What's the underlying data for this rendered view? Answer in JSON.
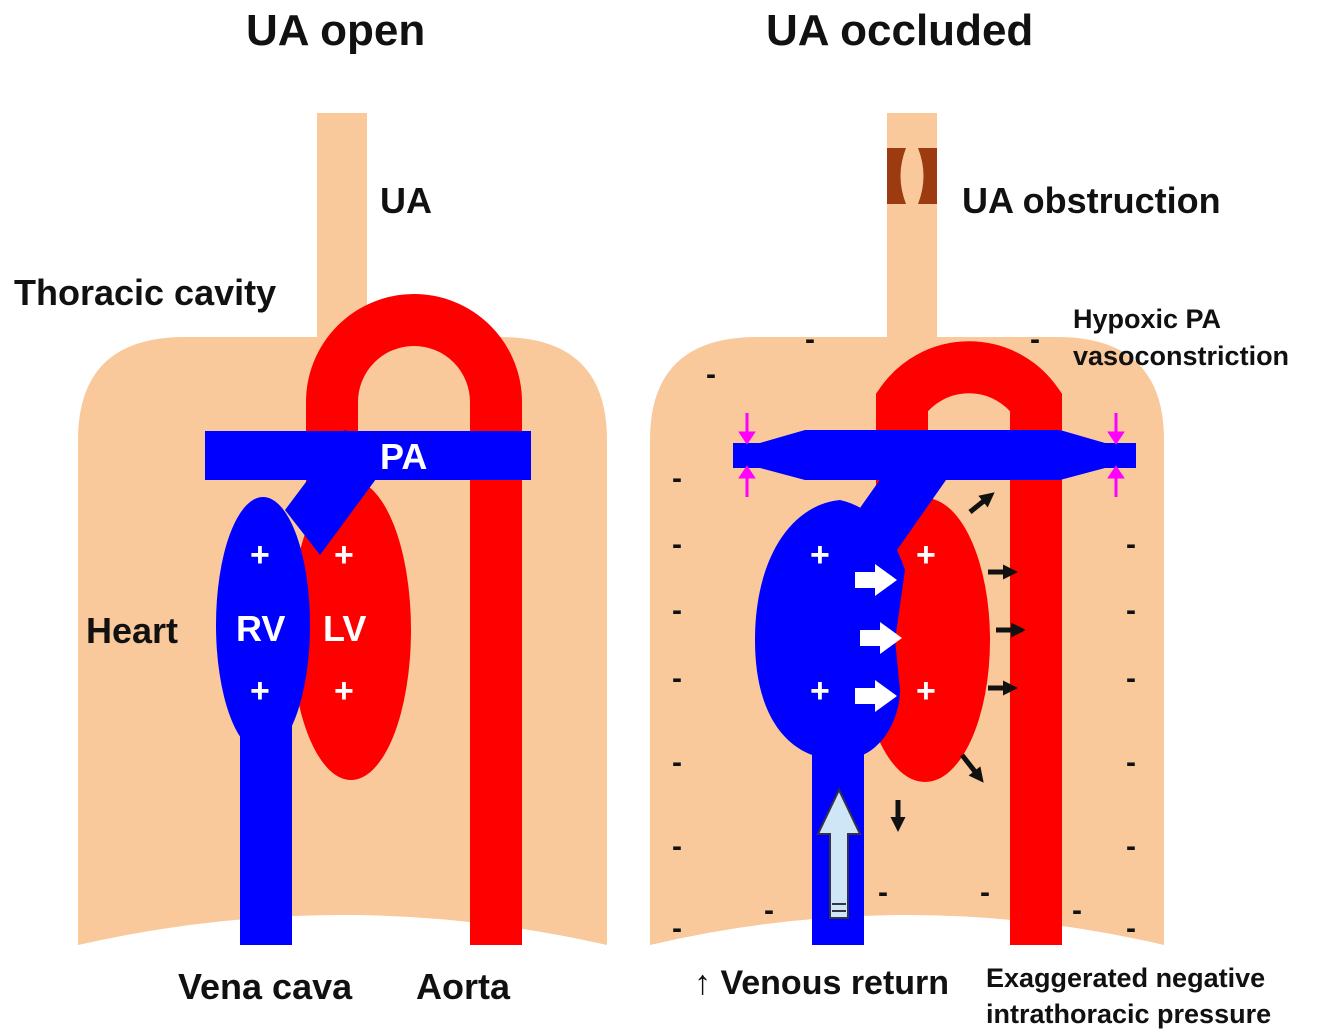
{
  "panels": {
    "left": {
      "title": "UA open",
      "airway_label": "UA",
      "cavity_label": "Thoracic cavity",
      "pa_label": "PA",
      "heart_label": "Heart",
      "rv_label": "RV",
      "lv_label": "LV",
      "plus_sign": "+",
      "vena_cava_label": "Vena cava",
      "aorta_label": "Aorta"
    },
    "right": {
      "title": "UA occluded",
      "obstruction_label": "UA obstruction",
      "hypoxic_label_line1": "Hypoxic PA",
      "hypoxic_label_line2": "vasoconstriction",
      "plus_sign": "+",
      "minus_sign": "-",
      "venous_return_label": "↑ Venous return",
      "pressure_label_line1": "Exaggerated negative",
      "pressure_label_line2": "intrathoracic pressure"
    }
  },
  "colors": {
    "cavity": "#f9c89b",
    "artery": "#ff0000",
    "vein": "#0000ff",
    "obstruction": "#9c3b10",
    "constriction_marker": "#ff00ff",
    "venous_arrow": "#cfe6f7"
  }
}
